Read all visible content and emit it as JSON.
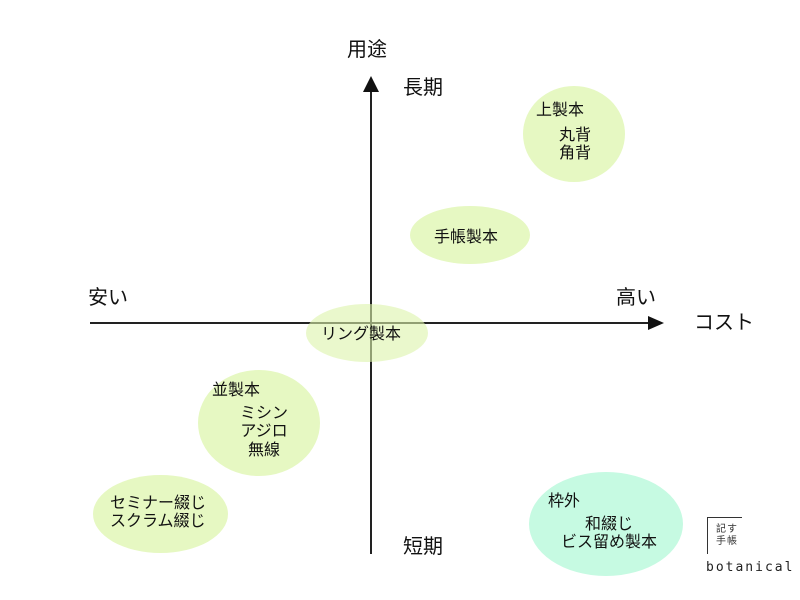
{
  "axes": {
    "y_title": "用途",
    "y_top": "長期",
    "y_bottom": "短期",
    "x_left": "安い",
    "x_right": "高い",
    "x_title": "コスト"
  },
  "colors": {
    "green_fill": "#E6F8C2",
    "cyan_fill": "#C6FAE2",
    "axis": "#222222"
  },
  "groups": [
    {
      "id": "jouseihon",
      "title": "上製本",
      "items": [
        "丸背",
        "角背"
      ],
      "color": "#E6F8C2"
    },
    {
      "id": "techou",
      "title": "手帳製本",
      "items": [],
      "color": "#E6F8C2"
    },
    {
      "id": "ring",
      "title": "リング製本",
      "items": [],
      "color": "#E6F8C2"
    },
    {
      "id": "namiseihon",
      "title": "並製本",
      "items": [
        "ミシン",
        "アジロ",
        "無線"
      ],
      "color": "#E6F8C2"
    },
    {
      "id": "seminar",
      "title": "",
      "items": [
        "セミナー綴じ",
        "スクラム綴じ"
      ],
      "color": "#E6F8C2"
    },
    {
      "id": "wakugai",
      "title": "枠外",
      "items": [
        "和綴じ",
        "ビス留め製本"
      ],
      "color": "#C6FAE2"
    }
  ],
  "logo": {
    "mark_line1": "記す",
    "mark_line2": "手帳",
    "text": "botanical"
  }
}
